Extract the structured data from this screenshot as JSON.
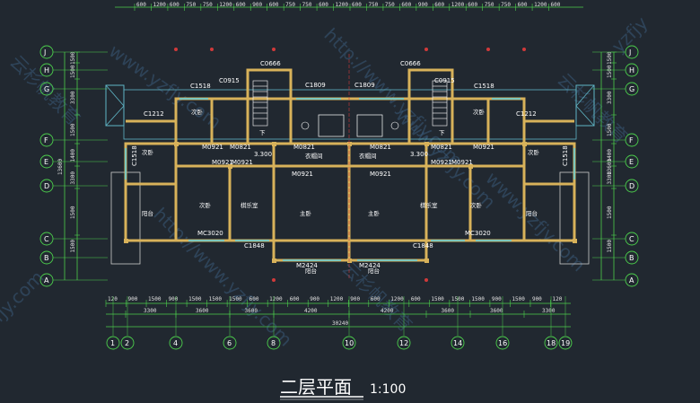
{
  "drawing_title": "二层平面",
  "scale": "1:100",
  "watermarks": [
    "www.yzfjy.com",
    "http://www.yzfjy.com",
    "云杉帆教育",
    "yzfjy",
    "fjy.com"
  ],
  "top_dims": [
    "600",
    "1200",
    "600",
    "750",
    "750",
    "1200",
    "600",
    "900",
    "600",
    "750",
    "750",
    "600",
    "1200",
    "600",
    "750",
    "750",
    "600",
    "900",
    "600",
    "1200",
    "600",
    "750",
    "750",
    "600",
    "1200",
    "600"
  ],
  "bottom_dims_row1": [
    "120",
    "900",
    "1500",
    "900",
    "1500",
    "1500",
    "1500",
    "600",
    "1200",
    "600",
    "900",
    "1200",
    "900",
    "600",
    "1200",
    "600",
    "1500",
    "1500",
    "1500",
    "900",
    "1500",
    "900",
    "120"
  ],
  "bottom_dims_row2": [
    "3300",
    "3600",
    "3600",
    "4200",
    "4200",
    "3600",
    "3600",
    "3300"
  ],
  "bottom_total": "30240",
  "left_dims": [
    "1500",
    "1500",
    "3300",
    "1500",
    "1400",
    "3300",
    "1500",
    "1500"
  ],
  "left_total": "13600",
  "right_dims": [
    "1500",
    "1500",
    "3300",
    "1500",
    "1400",
    "3300",
    "1500",
    "1500"
  ],
  "right_total": "13600",
  "row_axes": [
    "J",
    "H",
    "G",
    "F",
    "E",
    "D",
    "C",
    "B",
    "A"
  ],
  "col_axes": [
    "1",
    "2",
    "4",
    "6",
    "8",
    "10",
    "12",
    "14",
    "16",
    "18",
    "19"
  ],
  "rooms": {
    "bedroom_secondary": "次卧",
    "master_bedroom": "主卧",
    "study": "棋乐室",
    "balcony": "阳台",
    "cloak": "衣帽间",
    "stair_down": "下"
  },
  "codes": {
    "c1518": "C1518",
    "c1212": "C1212",
    "c0915": "C0915",
    "c0666": "C0666",
    "c1809": "C1809",
    "m0821": "M0821",
    "m0921": "M0921",
    "mc3020": "MC3020",
    "c1848": "C1848",
    "m2424": "M2424",
    "elev": "3.300"
  },
  "colors": {
    "background": "#212830",
    "wall": "#d8b25a",
    "dim_line": "#4ccf4c",
    "axis_line": "#d03a3a",
    "window": "#5fd0e0",
    "text": "#ffffff",
    "roof": "#5fb6c6"
  }
}
